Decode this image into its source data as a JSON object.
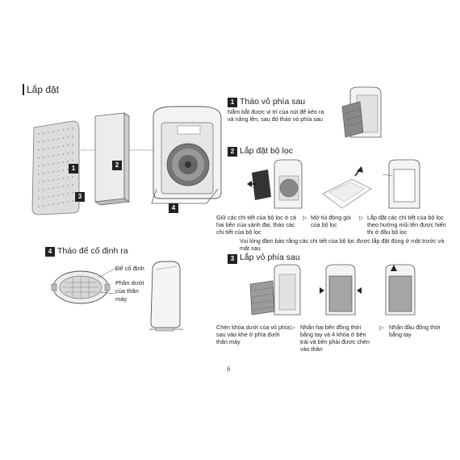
{
  "header": {
    "title": "Lắp đặt"
  },
  "main_figure": {
    "callouts": [
      "1",
      "2",
      "3",
      "4"
    ]
  },
  "remove_base": {
    "number": "4",
    "title": "Tháo đế cố định ra",
    "label_base": "Đế cố định",
    "label_lower": [
      "Phần dưới",
      "của thân",
      "máy"
    ]
  },
  "steps": [
    {
      "number": "1",
      "title": "Tháo vỏ phía sau",
      "desc": [
        "Nắm bắt được vị trí của nút để kéo ra",
        "và nâng lên, sau đó tháo vỏ phía sau"
      ]
    },
    {
      "number": "2",
      "title": "Lắp đặt bộ lọc",
      "captions": [
        [
          "Giữ các chi tiết của bộ lọc ở cả",
          "hai bên của vành đai, tháo các",
          "chi tiết của bộ lọc"
        ],
        [
          "Mở túi đóng gói",
          "của bộ lọc"
        ],
        [
          "Lắp đặt các chi tiết của bộ lọc",
          "theo hướng mũi tên được hiển",
          "thị ở đầu bộ lọc"
        ]
      ],
      "note": [
        "Vui lòng đảm bảo rằng các chi tiết của bộ lọc được lắp đặt đúng ở mặt trước và",
        "mặt sau."
      ]
    },
    {
      "number": "3",
      "title": "Lắp vỏ phía sau",
      "captions": [
        [
          "Chèn khóa dưới của vỏ phía",
          "sau vào khe ở phía dưới",
          "thân máy"
        ],
        [
          "Nhấn hai bên đồng thời",
          "bằng tay và 4 khóa ở bên",
          "trái và bên phải được chèn",
          "vào thân"
        ],
        [
          "Nhấn đầu đồng thời",
          "bằng tay"
        ]
      ]
    }
  ],
  "arrow_glyph": "▷",
  "page_number": "6"
}
